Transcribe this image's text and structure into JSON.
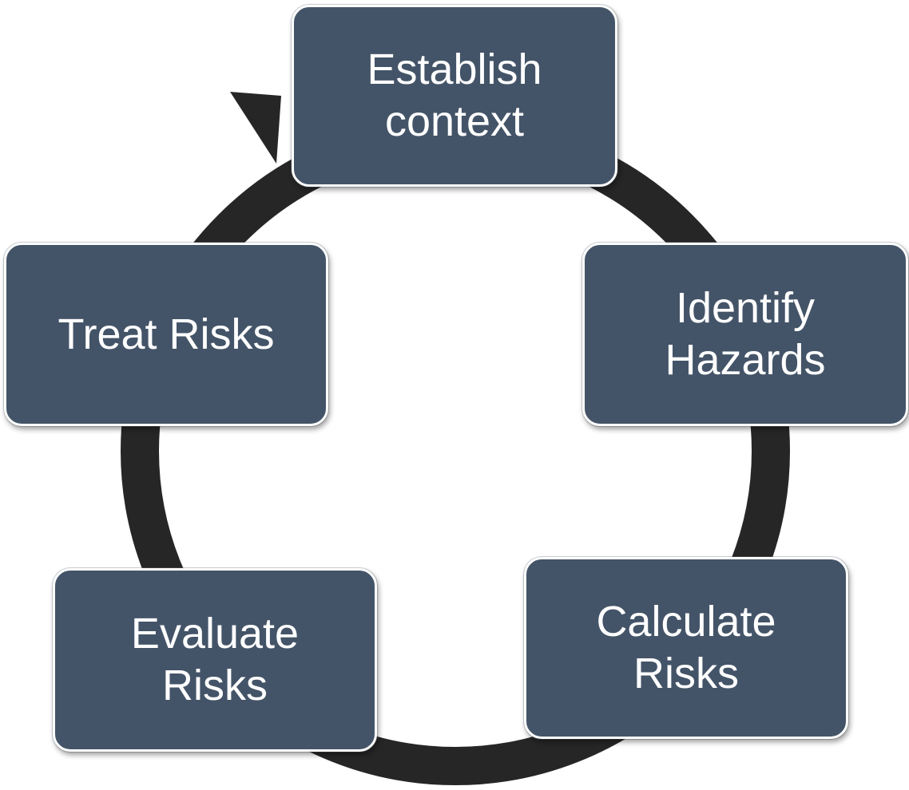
{
  "diagram": {
    "type": "cycle",
    "colors": {
      "box_fill": "#445468",
      "box_border": "#ffffff",
      "text": "#ffffff",
      "ring": "#262626",
      "background": "#ffffff"
    },
    "steps": [
      {
        "id": "establish",
        "lines": [
          "Establish",
          "context"
        ]
      },
      {
        "id": "identify",
        "lines": [
          "Identify",
          "Hazards"
        ]
      },
      {
        "id": "calculate",
        "lines": [
          "Calculate",
          "Risks"
        ]
      },
      {
        "id": "evaluate",
        "lines": [
          "Evaluate",
          "Risks"
        ]
      },
      {
        "id": "treat",
        "lines": [
          "Treat Risks"
        ]
      }
    ],
    "flow": "clockwise",
    "arrowhead_icon": "arrow-head-icon"
  }
}
